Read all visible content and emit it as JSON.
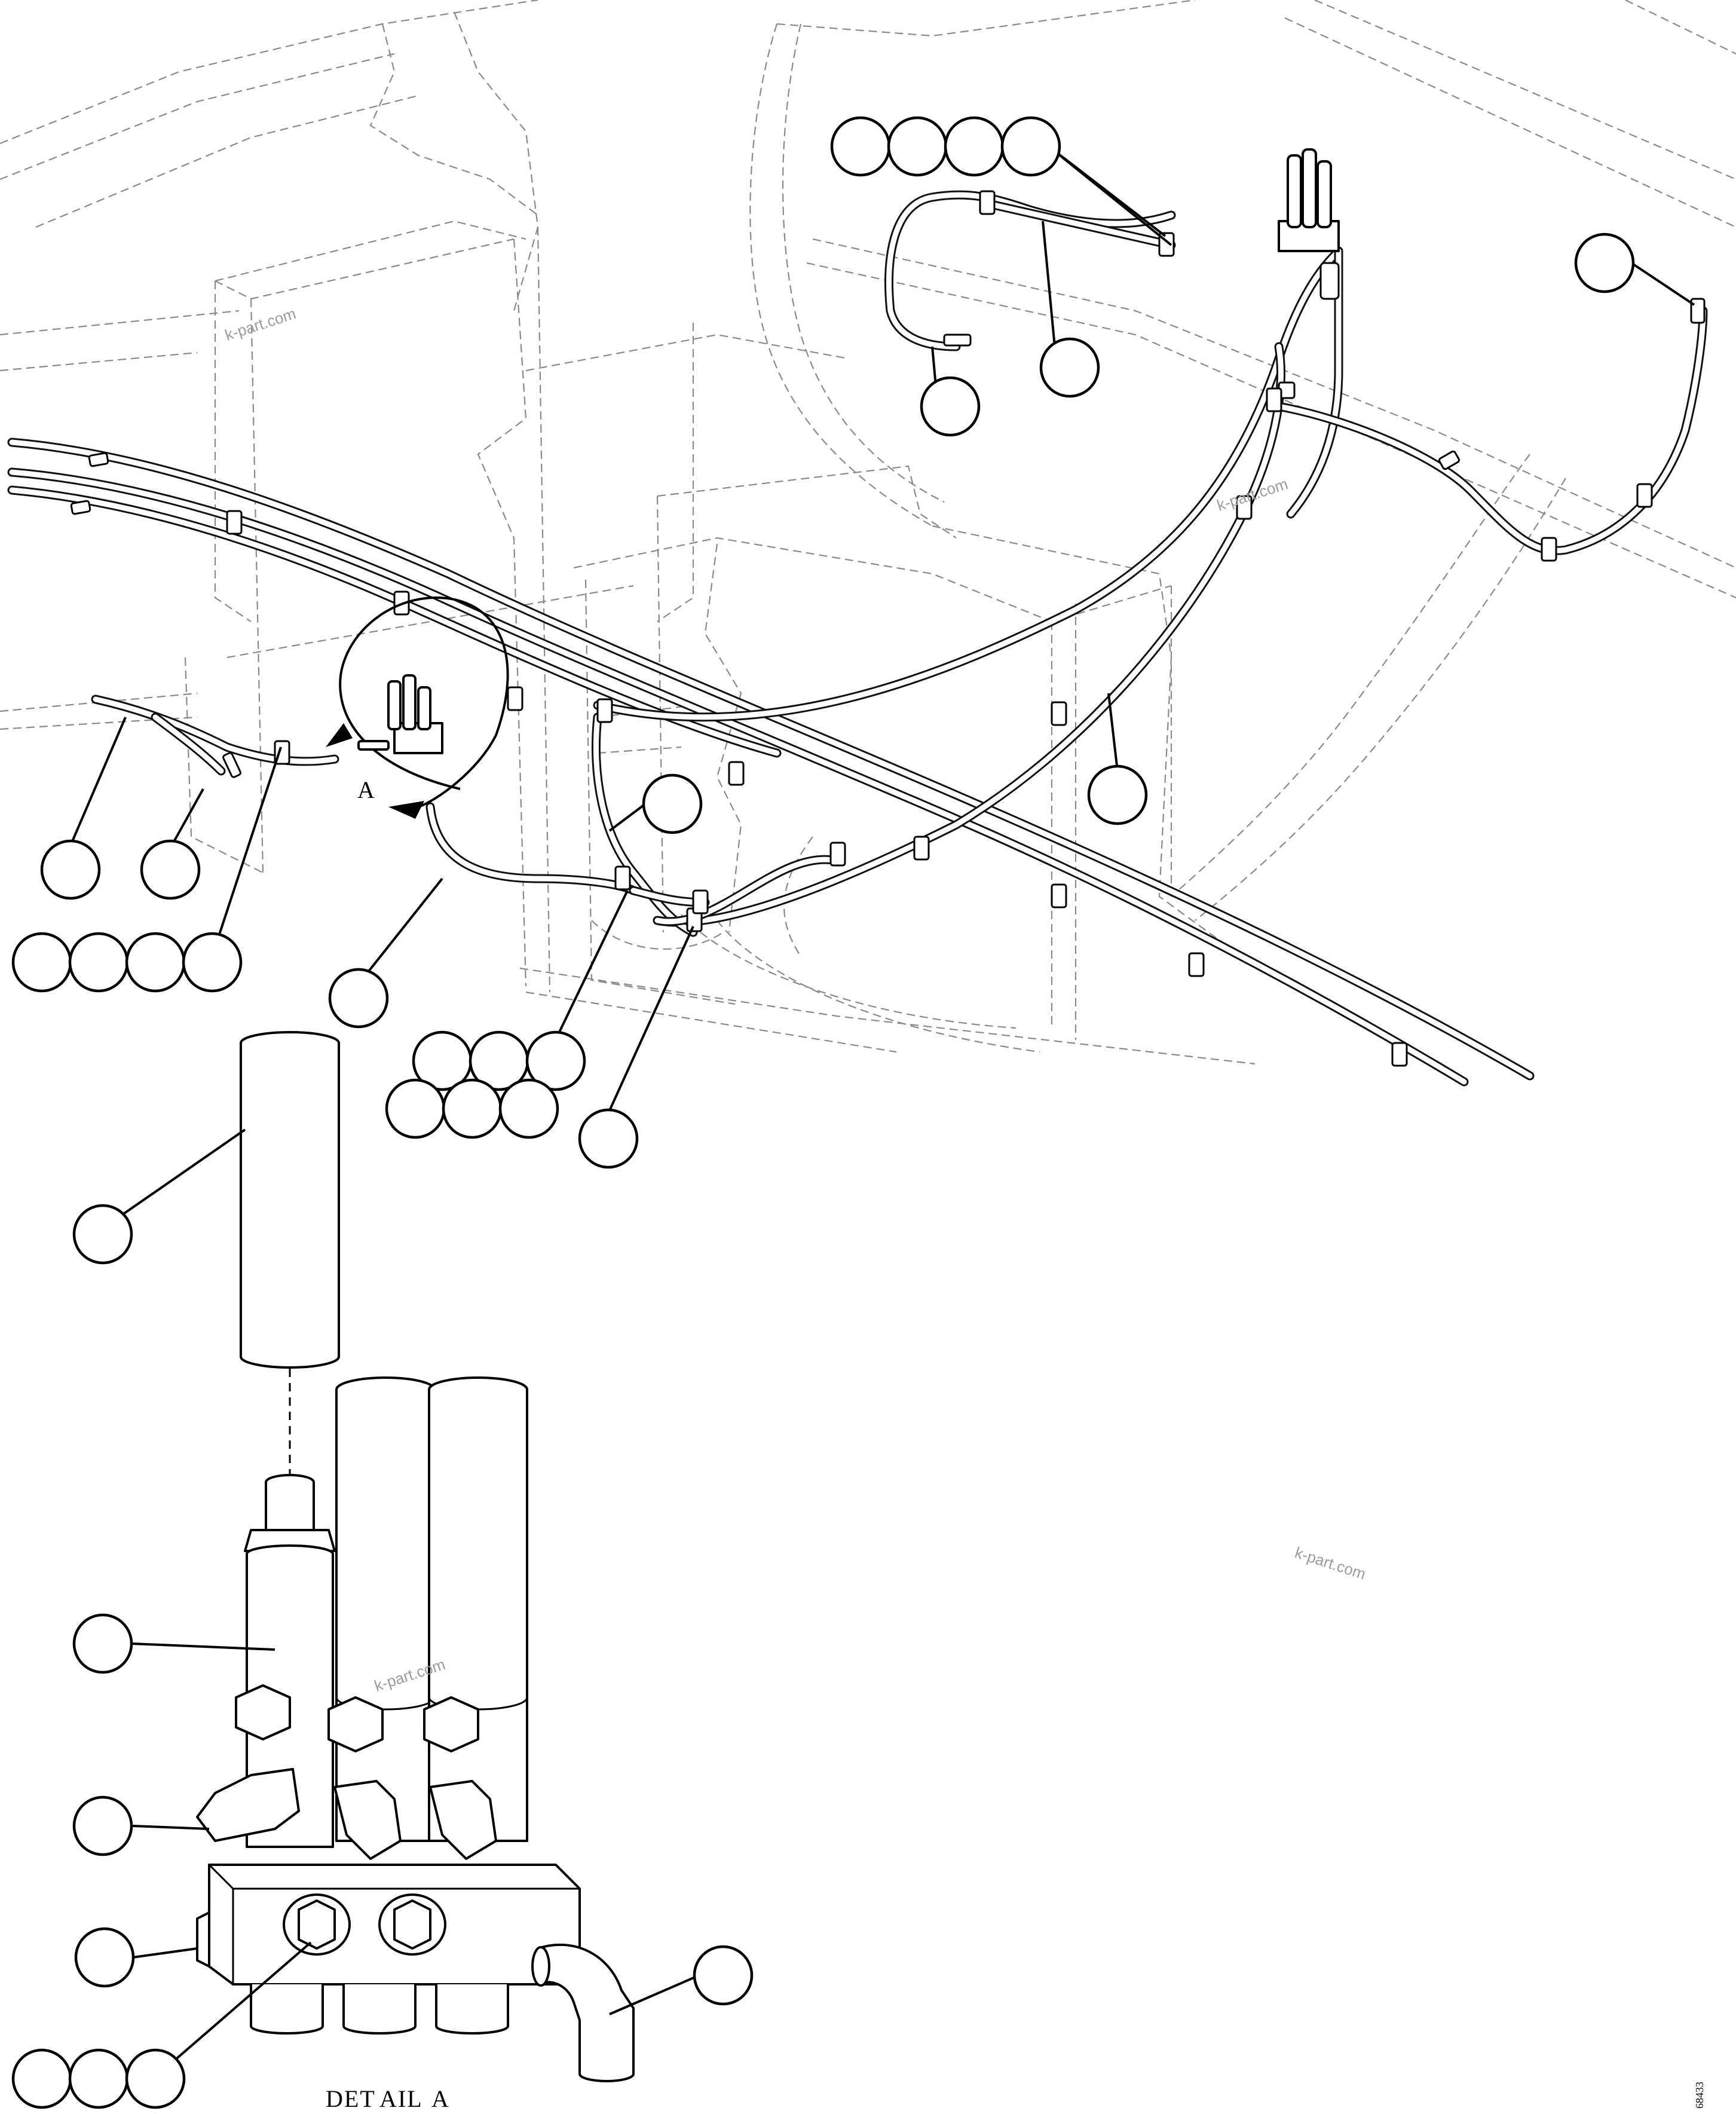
{
  "diagram": {
    "view_label": "A",
    "detail_caption": [
      "DET",
      "AIL",
      "A"
    ],
    "figure_number": "68433",
    "watermarks": [
      "k-part.com",
      "k-part.com",
      "k-part.com",
      "k-part.com"
    ]
  }
}
